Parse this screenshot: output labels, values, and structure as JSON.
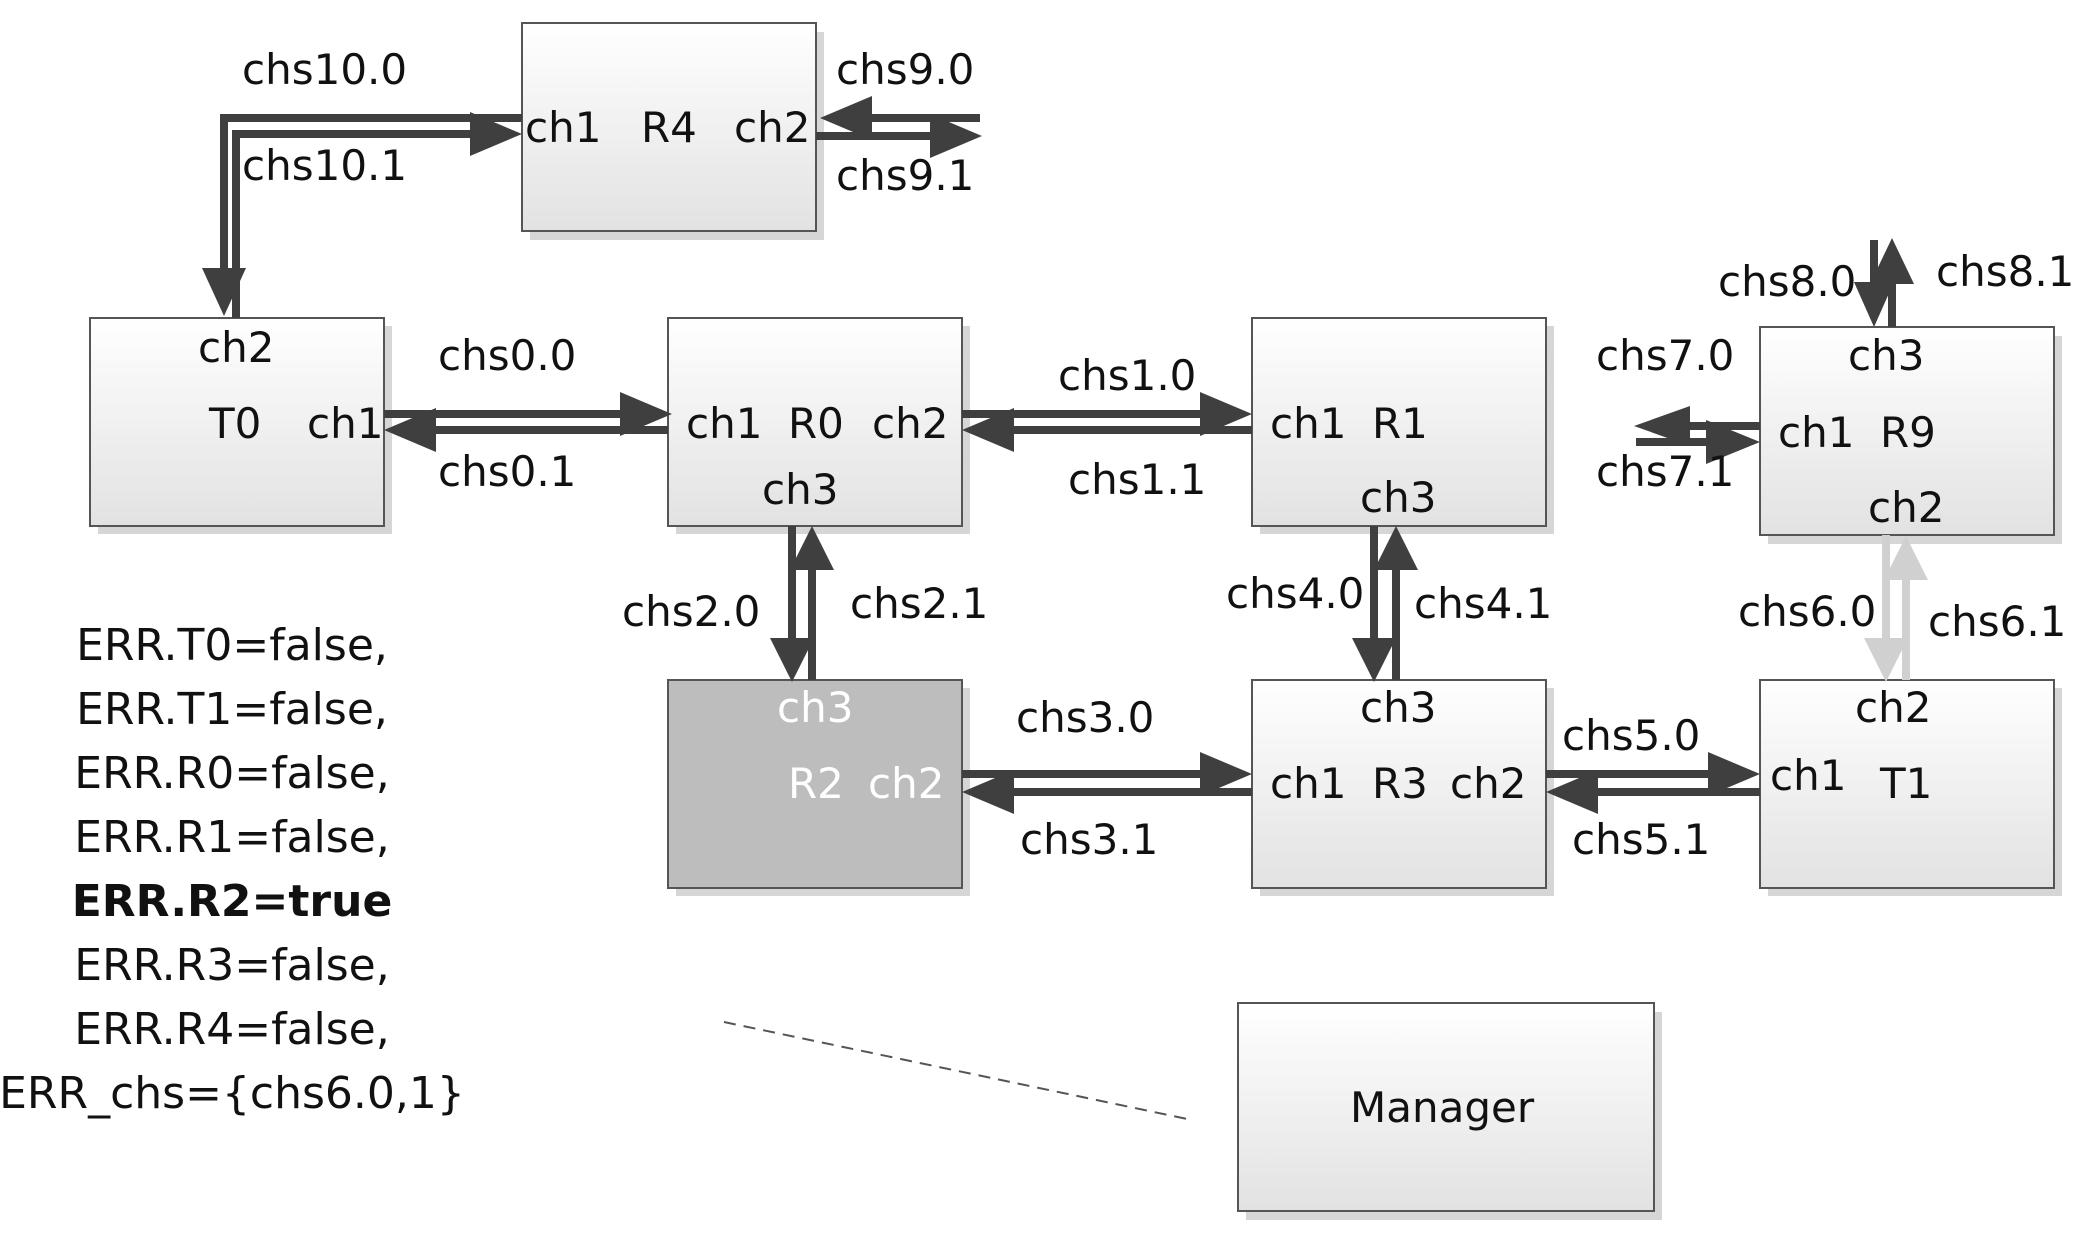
{
  "nodes": {
    "R4": {
      "name": "R4",
      "ports": {
        "ch1": "ch1",
        "ch2": "ch2"
      }
    },
    "T0": {
      "name": "T0",
      "ports": {
        "ch1": "ch1",
        "ch2": "ch2"
      }
    },
    "R0": {
      "name": "R0",
      "ports": {
        "ch1": "ch1",
        "ch2": "ch2",
        "ch3": "ch3"
      }
    },
    "R1": {
      "name": "R1",
      "ports": {
        "ch1": "ch1",
        "ch3": "ch3"
      }
    },
    "R9": {
      "name": "R9",
      "ports": {
        "ch1": "ch1",
        "ch2": "ch2",
        "ch3": "ch3"
      }
    },
    "R2": {
      "name": "R2",
      "ports": {
        "ch2": "ch2",
        "ch3": "ch3"
      },
      "fill": "#bdbdbd"
    },
    "R3": {
      "name": "R3",
      "ports": {
        "ch1": "ch1",
        "ch2": "ch2",
        "ch3": "ch3"
      }
    },
    "T1": {
      "name": "T1",
      "ports": {
        "ch1": "ch1",
        "ch2": "ch2"
      }
    },
    "Manager": {
      "name": "Manager"
    }
  },
  "channels": {
    "chs0_0": "chs0.0",
    "chs0_1": "chs0.1",
    "chs1_0": "chs1.0",
    "chs1_1": "chs1.1",
    "chs2_0": "chs2.0",
    "chs2_1": "chs2.1",
    "chs3_0": "chs3.0",
    "chs3_1": "chs3.1",
    "chs4_0": "chs4.0",
    "chs4_1": "chs4.1",
    "chs5_0": "chs5.0",
    "chs5_1": "chs5.1",
    "chs6_0": "chs6.0",
    "chs6_1": "chs6.1",
    "chs7_0": "chs7.0",
    "chs7_1": "chs7.1",
    "chs8_0": "chs8.0",
    "chs8_1": "chs8.1",
    "chs9_0": "chs9.0",
    "chs9_1": "chs9.1",
    "chs10_0": "chs10.0",
    "chs10_1": "chs10.1"
  },
  "status": [
    {
      "text": "ERR.T0=false,",
      "bold": false
    },
    {
      "text": "ERR.T1=false,",
      "bold": false
    },
    {
      "text": "ERR.R0=false,",
      "bold": false
    },
    {
      "text": "ERR.R1=false,",
      "bold": false
    },
    {
      "text": "ERR.R2=true",
      "bold": true
    },
    {
      "text": "ERR.R3=false,",
      "bold": false
    },
    {
      "text": "ERR.R4=false,",
      "bold": false
    },
    {
      "text": "ERR_chs={chs6.0,1}",
      "bold": false
    }
  ],
  "colors": {
    "failed_node": "#bdbdbd",
    "failed_channel": "#d0d0d0",
    "line": "#3f3f3f"
  }
}
